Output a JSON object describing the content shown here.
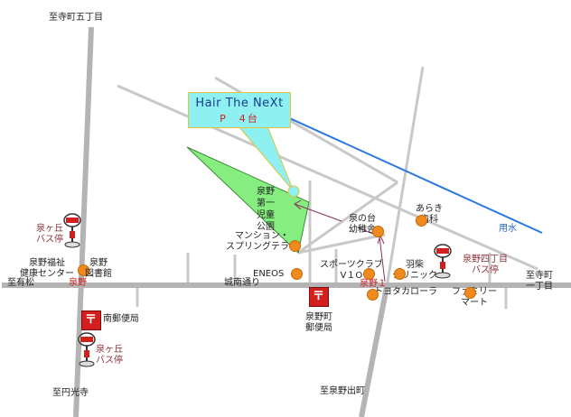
{
  "title": {
    "name": "Hair The NeXt",
    "parking": "P　4台"
  },
  "directions": {
    "north": "至寺町五丁目",
    "south_left": "至円光寺",
    "south": "至泉野出町",
    "west": "至有松",
    "east": "至寺町\n一丁目"
  },
  "roads": {
    "main": "城南通り",
    "river": "用水"
  },
  "park": "泉野\n第一\n児童\n公園",
  "landmarks": {
    "mansion": "マンション・\nスプリングテラス",
    "eneos": "ENEOS",
    "kindergarten": "泉の台\n幼稚舎",
    "dental": "あらき\n歯科",
    "sports": "スポーツクラブ\nV１O",
    "clinic": "羽柴\nクリニック",
    "toyota": "トヨタカローラ",
    "family": "ファミリー\nマート",
    "welfare": "泉野福祉\n健康センター",
    "library": "泉野\n図書館",
    "izumino": "泉野",
    "izumino1": "泉野１",
    "minami_post": "南郵便局",
    "izumino_post": "泉野町\n郵便局"
  },
  "bus_stops": {
    "izumigaoka_top": "泉ヶ丘\nバス停",
    "izumigaoka_bottom": "泉ヶ丘\nバス停",
    "izumino4": "泉野四丁目\nバス停"
  },
  "icons": {
    "bus": "BUS",
    "post": "〒"
  },
  "colors": {
    "road": "#c9c9c9",
    "park": "#86ee80",
    "river": "#2a78e0",
    "callout": "#8ff0f2",
    "dot": "#f08a1c",
    "route": "#8a2f5a"
  }
}
